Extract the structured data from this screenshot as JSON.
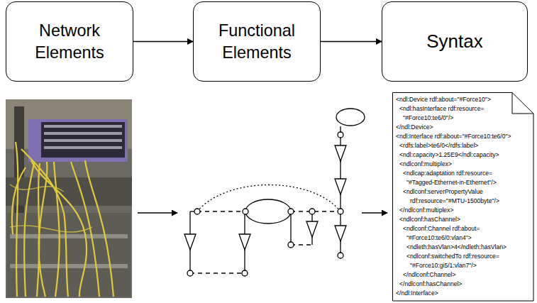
{
  "diagram": {
    "nodes": [
      {
        "text": [
          "Network Elements"
        ]
      },
      {
        "text": [
          "Functional Elements"
        ]
      },
      {
        "text": [
          "Syntax"
        ]
      },
      {
        "text": [
          "<ndl:Device rdf:about=\"#Force10\">",
          "<ndl:hasInterface rdf:resource=",
          "\"#Force10:te6/0\"/>",
          "</ndl:Device>",
          "<ndl:Interface rdf:about=\"#Force10:te6/0\">",
          "<rdfs:label>te6/0</rdfs:label>",
          "<ndl:capacity>1.25E9</ndl:capacity>",
          "<ndlconf:multiplex>",
          "<ndlcap:adaptation rdf:resource=",
          "\"#Tagged-Ethernet-in-Ethernet\"/>",
          "<ndlconf:serverPropertyValue",
          "rdf:resource=\"#MTU-1500byte\"/>",
          "</ndlconf:multiplex>",
          "<ndlconf:hasChannel>",
          "<ndlconf:Channel rdf:about=",
          "\"#Force10:te6/0:vlan4\">",
          "<ndleth:hasVlan>4</ndleth:hasVlan>",
          "<ndlconf:switchedTo rdf:resource=",
          "\"#Force10:gi5/1:vlan7\"/>",
          "</ndlconf:Channel>",
          "</ndlconf:hasChannel>",
          "</ndl:Interface>"
        ]
      }
    ],
    "edges": [
      {
        "from": 0,
        "to": 1,
        "arrow": "to"
      },
      {
        "from": 1,
        "to": 2,
        "arrow": "to"
      }
    ]
  }
}
